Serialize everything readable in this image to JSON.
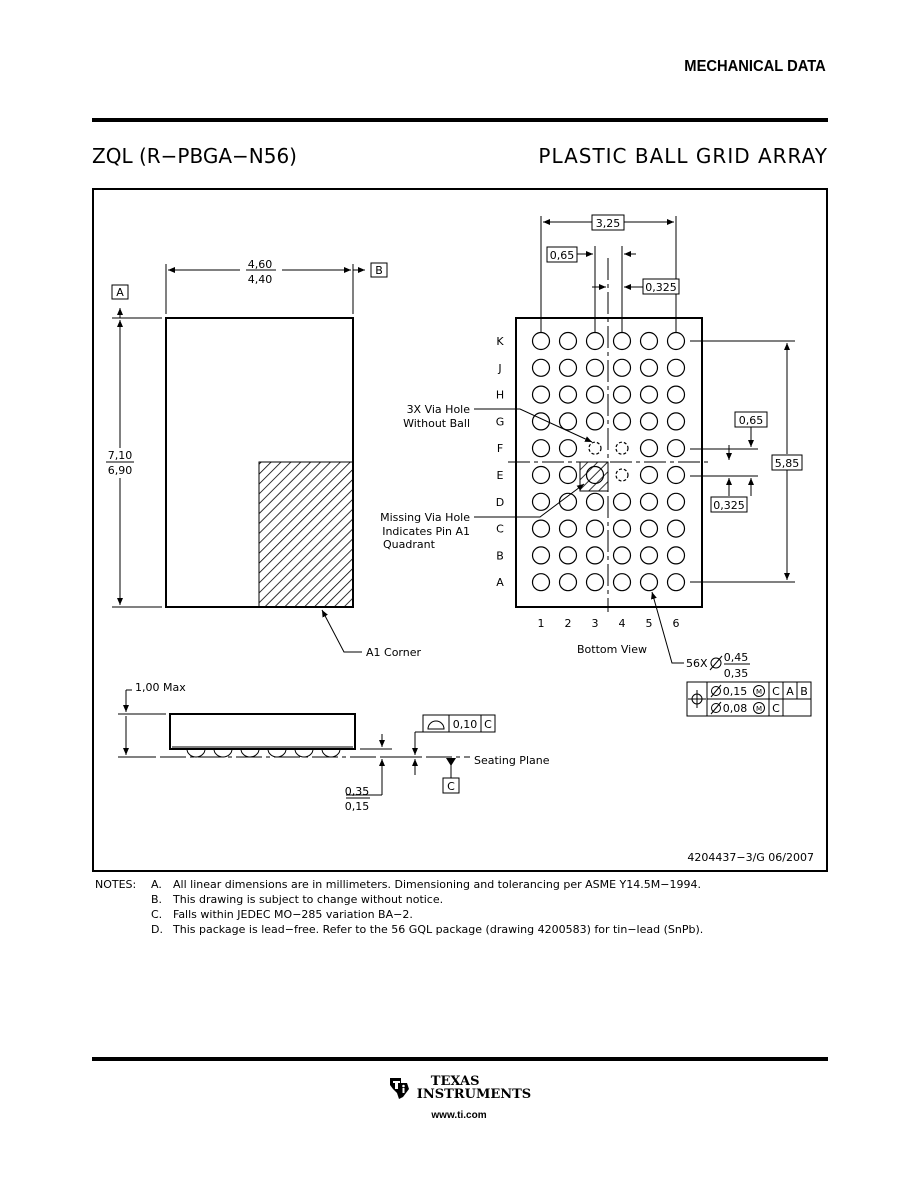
{
  "header": {
    "title": "MECHANICAL DATA",
    "package_code": "ZQL (R−PBGA−N56)",
    "package_type": "PLASTIC BALL GRID ARRAY"
  },
  "top_view": {
    "width_max": "4,60",
    "width_min": "4,40",
    "height_max": "7,10",
    "height_min": "6,90",
    "datum_a": "A",
    "datum_b": "B",
    "a1_corner": "A1 Corner"
  },
  "side_view": {
    "height_label": "1,00 Max",
    "flatness_value": "0,10",
    "flatness_datum": "C",
    "seating_plane": "Seating Plane",
    "datum_c": "C",
    "ball_height_max": "0,35",
    "ball_height_min": "0,15"
  },
  "bottom_view": {
    "span_x": "3,25",
    "pitch_x": "0,65",
    "offset_x": "0,325",
    "span_y": "5,85",
    "pitch_y": "0,65",
    "offset_y": "0,325",
    "rows": [
      "K",
      "J",
      "H",
      "G",
      "F",
      "E",
      "D",
      "C",
      "B",
      "A"
    ],
    "cols": [
      "1",
      "2",
      "3",
      "4",
      "5",
      "6"
    ],
    "via_label_1": "3X Via Hole",
    "via_label_2": "Without Ball",
    "missing_label_1": "Missing Via Hole",
    "missing_label_2": "Indicates Pin A1",
    "missing_label_3": "Quadrant",
    "caption": "Bottom View",
    "ball_count": "56X",
    "ball_dia_max": "0,45",
    "ball_dia_min": "0,35",
    "tol_1": "0,15",
    "tol_1_datums": [
      "C",
      "A",
      "B"
    ],
    "tol_2": "0,08",
    "tol_2_datums": [
      "C"
    ]
  },
  "drawing_number": "4204437−3/G  06/2007",
  "notes": {
    "heading": "NOTES:",
    "items": [
      {
        "letter": "A.",
        "text": "All linear dimensions are in millimeters.  Dimensioning and tolerancing per ASME Y14.5M−1994."
      },
      {
        "letter": "B.",
        "text": "This drawing is subject to change without notice."
      },
      {
        "letter": "C.",
        "text": "Falls within JEDEC MO−285 variation BA−2."
      },
      {
        "letter": "D.",
        "text": "This package is lead−free.  Refer to the 56 GQL package (drawing 4200583) for tin−lead (SnPb)."
      }
    ]
  },
  "footer": {
    "company_line1": "TEXAS",
    "company_line2": "INSTRUMENTS",
    "url": "www.ti.com"
  }
}
